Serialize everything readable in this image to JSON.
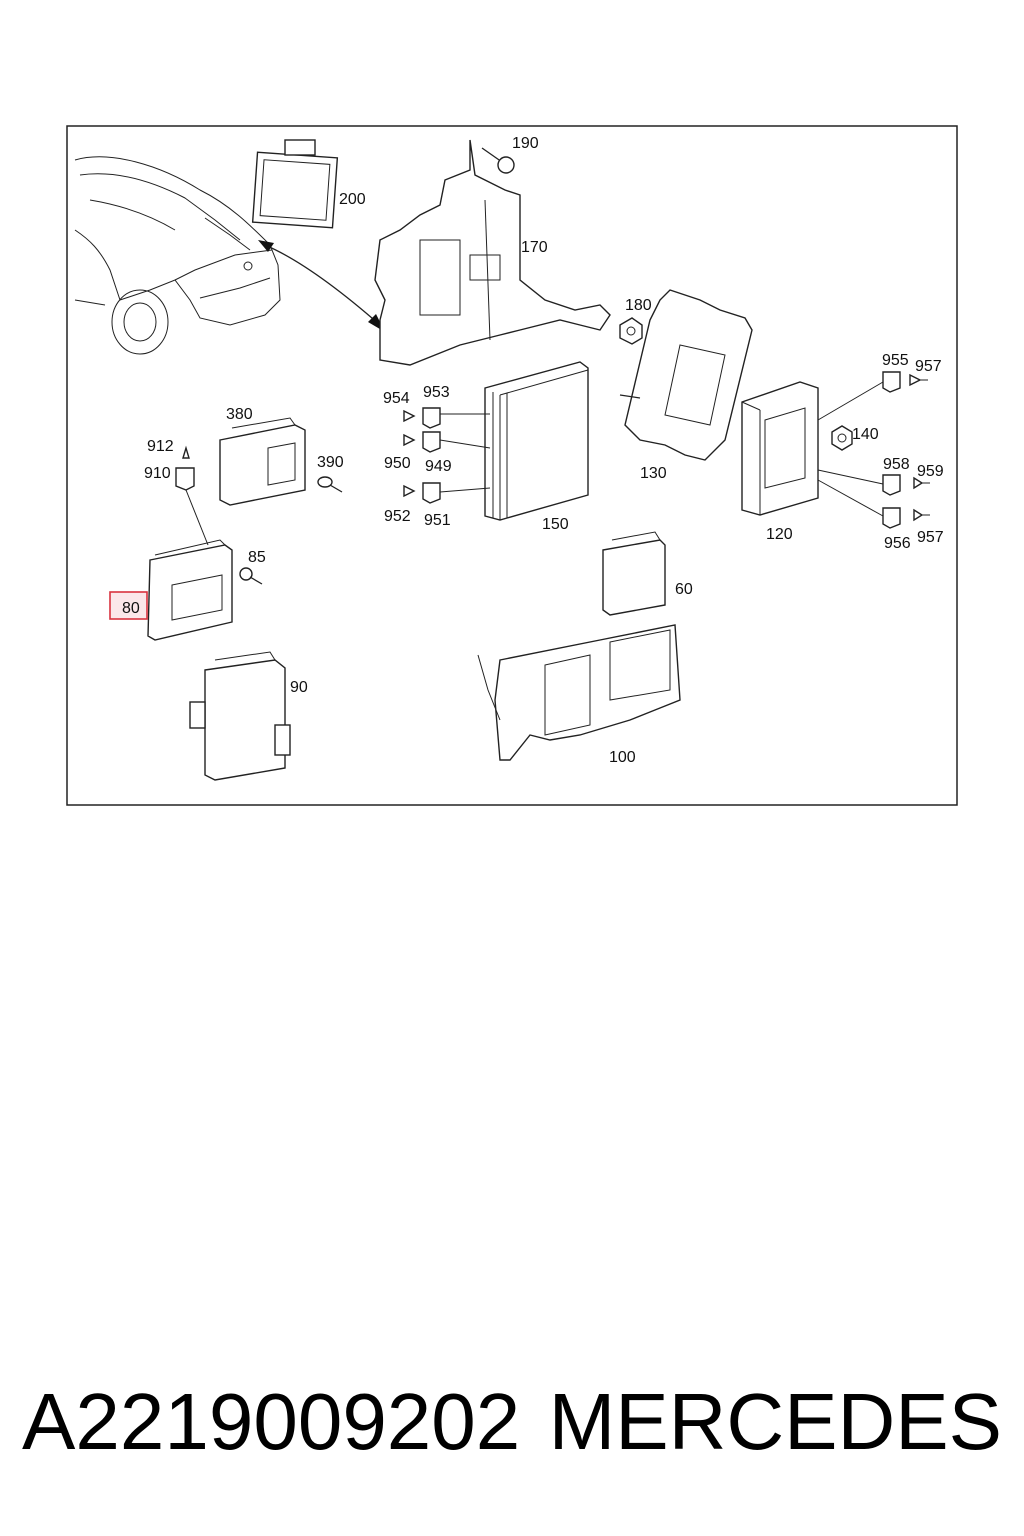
{
  "diagram": {
    "highlight_color": "#d9333f",
    "labels": {
      "p190": "190",
      "p200": "200",
      "p170": "170",
      "p180": "180",
      "p955": "955",
      "p957a": "957",
      "p954": "954",
      "p953": "953",
      "p380": "380",
      "p140": "140",
      "p912": "912",
      "p910": "910",
      "p390": "390",
      "p950": "950",
      "p949": "949",
      "p130": "130",
      "p958": "958",
      "p959": "959",
      "p952": "952",
      "p951": "951",
      "p150": "150",
      "p120": "120",
      "p956": "956",
      "p957b": "957",
      "p85": "85",
      "p80": "80",
      "p60": "60",
      "p90": "90",
      "p100": "100"
    }
  },
  "footer": {
    "part_number": "A2219009202",
    "brand": "MERCEDES"
  }
}
